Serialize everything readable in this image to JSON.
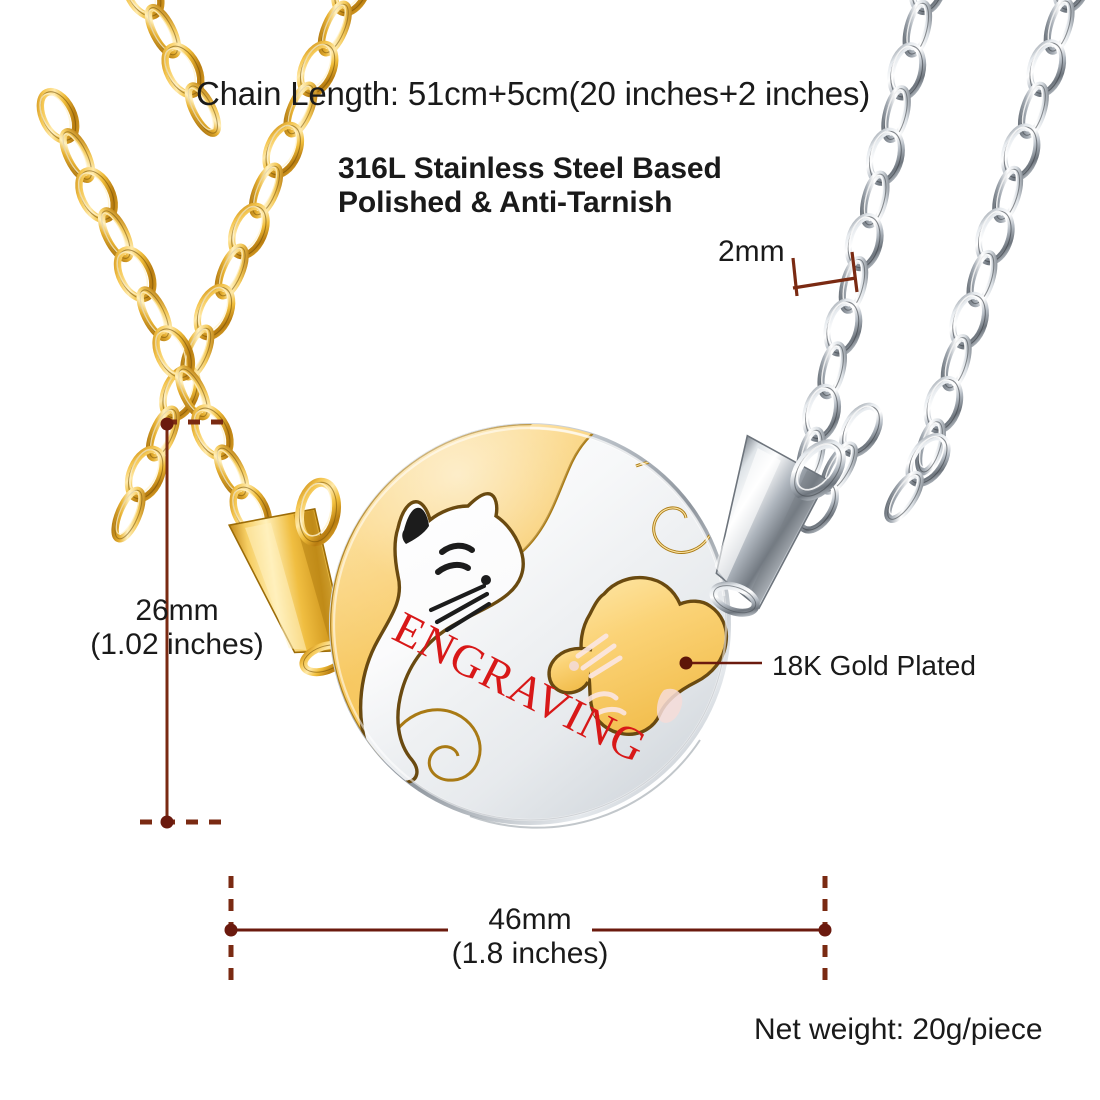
{
  "product": {
    "title_lines": {
      "chain_length": "Chain Length: 51cm+5cm(20 inches+2 inches)",
      "material_line1": "316L Stainless Steel Based",
      "material_line2": "Polished & Anti-Tarnish"
    },
    "annotations": {
      "chain_width": "2mm",
      "pendant_height_mm": "26mm",
      "pendant_height_in": "(1.02 inches)",
      "pendant_width_mm": "46mm",
      "pendant_width_in": "(1.8 inches)",
      "plating": "18K Gold Plated",
      "net_weight": "Net weight: 20g/piece",
      "engraving": "ENGRAVING"
    },
    "colors": {
      "gold": "#F2C14A",
      "gold_light": "#FCE39A",
      "gold_dark": "#C58E20",
      "silver": "#D9DDE1",
      "silver_light": "#FFFFFF",
      "silver_dark": "#8A9099",
      "dimension_line": "#6B1A0E",
      "engraving_red": "#D81818",
      "text": "#1A1A1A"
    },
    "icons": {
      "gold_chain": "gold-cable-chain",
      "silver_chain": "silver-cable-chain",
      "pendant": "yin-yang-cat-pendant",
      "gold_bail": "gold-bail",
      "silver_bail": "silver-bail"
    }
  }
}
